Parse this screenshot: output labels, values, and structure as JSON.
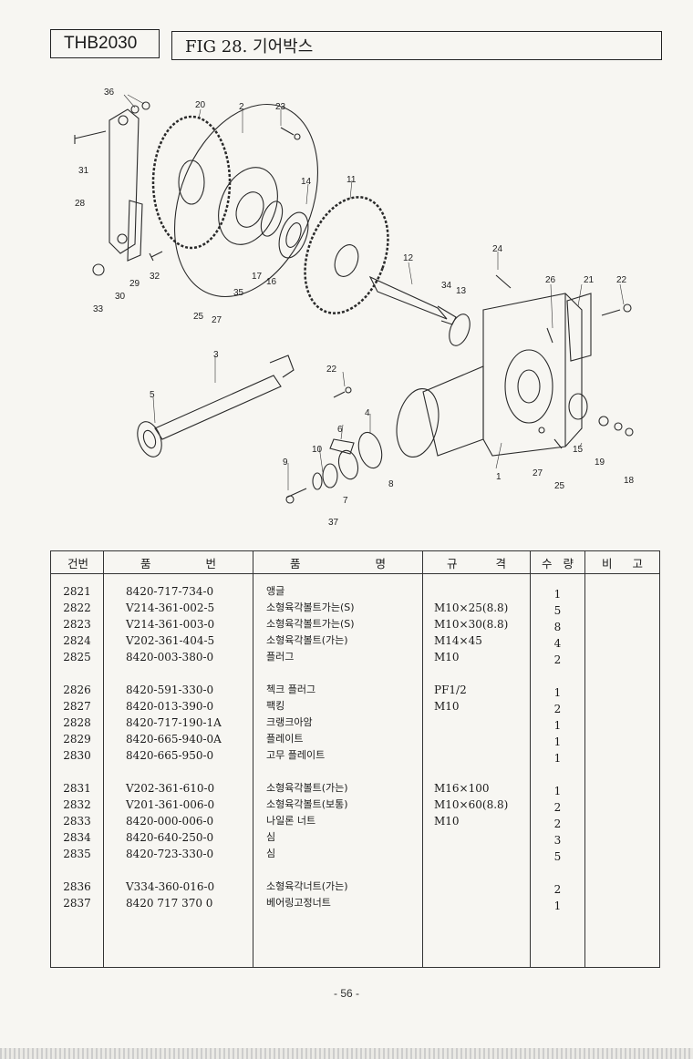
{
  "header": {
    "model": "THB2030",
    "figure_title": "FIG 28. 기어박스"
  },
  "diagram": {
    "callouts": [
      "36",
      "20",
      "2",
      "23",
      "31",
      "28",
      "14",
      "11",
      "24",
      "12",
      "26",
      "21",
      "22",
      "34",
      "13",
      "30",
      "29",
      "32",
      "33",
      "35",
      "17",
      "16",
      "25",
      "27",
      "3",
      "5",
      "22",
      "6",
      "4",
      "10",
      "9",
      "37",
      "7",
      "8",
      "1",
      "27",
      "25",
      "15",
      "19",
      "18"
    ]
  },
  "table": {
    "headers": {
      "no": [
        "건",
        "번"
      ],
      "part_no": [
        "품",
        "번"
      ],
      "name": [
        "품",
        "명"
      ],
      "spec": [
        "규",
        "격"
      ],
      "qty": [
        "수",
        "량"
      ],
      "remark": [
        "비",
        "고"
      ]
    },
    "groups": [
      [
        {
          "no": "2821",
          "part_no": "8420-717-734-0",
          "name": "앵글",
          "spec": "",
          "qty": "1"
        },
        {
          "no": "2822",
          "part_no": "V214-361-002-5",
          "name": "소형육각볼트가는(S)",
          "spec": "M10×25(8.8)",
          "qty": "5"
        },
        {
          "no": "2823",
          "part_no": "V214-361-003-0",
          "name": "소형육각볼트가는(S)",
          "spec": "M10×30(8.8)",
          "qty": "8"
        },
        {
          "no": "2824",
          "part_no": "V202-361-404-5",
          "name": "소형육각볼트(가는)",
          "spec": "M14×45",
          "qty": "4"
        },
        {
          "no": "2825",
          "part_no": "8420-003-380-0",
          "name": "플러그",
          "spec": "M10",
          "qty": "2"
        }
      ],
      [
        {
          "no": "2826",
          "part_no": "8420-591-330-0",
          "name": "첵크 플러그",
          "spec": "PF1/2",
          "qty": "1"
        },
        {
          "no": "2827",
          "part_no": "8420-013-390-0",
          "name": "팩킹",
          "spec": "M10",
          "qty": "2"
        },
        {
          "no": "2828",
          "part_no": "8420-717-190-1A",
          "name": "크랭크아암",
          "spec": "",
          "qty": "1"
        },
        {
          "no": "2829",
          "part_no": "8420-665-940-0A",
          "name": "플레이트",
          "spec": "",
          "qty": "1"
        },
        {
          "no": "2830",
          "part_no": "8420-665-950-0",
          "name": "고무 플레이트",
          "spec": "",
          "qty": "1"
        }
      ],
      [
        {
          "no": "2831",
          "part_no": "V202-361-610-0",
          "name": "소형육각볼트(가는)",
          "spec": "M16×100",
          "qty": "1"
        },
        {
          "no": "2832",
          "part_no": "V201-361-006-0",
          "name": "소형육각볼트(보통)",
          "spec": "M10×60(8.8)",
          "qty": "2"
        },
        {
          "no": "2833",
          "part_no": "8420-000-006-0",
          "name": "나일론 너트",
          "spec": "M10",
          "qty": "2"
        },
        {
          "no": "2834",
          "part_no": "8420-640-250-0",
          "name": "심",
          "spec": "",
          "qty": "3"
        },
        {
          "no": "2835",
          "part_no": "8420-723-330-0",
          "name": "심",
          "spec": "",
          "qty": "5"
        }
      ],
      [
        {
          "no": "2836",
          "part_no": "V334-360-016-0",
          "name": "소형육각너트(가는)",
          "spec": "",
          "qty": "2"
        },
        {
          "no": "2837",
          "part_no": "8420  717  370  0",
          "name": "베어링고정너트",
          "spec": "",
          "qty": "1"
        }
      ]
    ]
  },
  "footer": {
    "page": "- 56 -"
  }
}
